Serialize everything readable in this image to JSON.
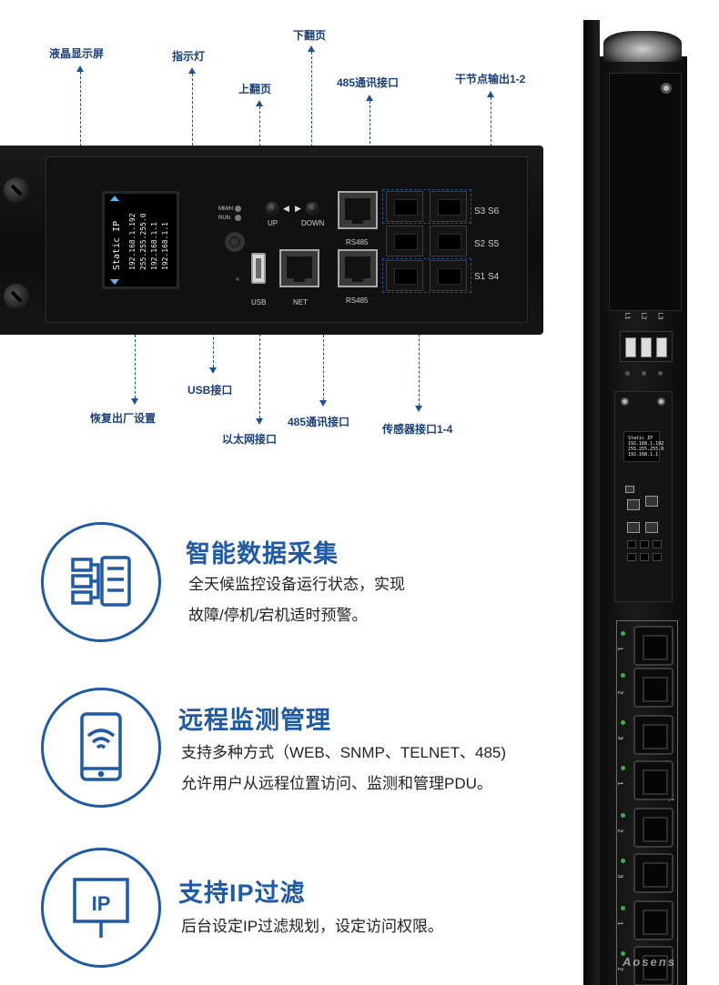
{
  "callouts": {
    "lcd_display": "液晶显示屏",
    "indicator": "指示灯",
    "page_up": "上翻页",
    "page_down": "下翻页",
    "rs485_top": "485通讯接口",
    "dry_contact": "干节点输出1-2",
    "reset": "恢复出厂设置",
    "usb": "USB接口",
    "ethernet": "以太网接口",
    "rs485_bottom": "485通讯接口",
    "sensor": "传感器接口1-4"
  },
  "panel": {
    "lcd_lines": [
      "Static IP",
      "192.168.1.192",
      "255.255.255.0",
      "192.168.1.1",
      "192.168.1.1"
    ],
    "led_labels": [
      "MM/H",
      "RUN"
    ],
    "btn_up": "UP",
    "btn_down": "DOWN",
    "usb_label": "USB",
    "net_label": "NET",
    "rs485_label_top": "RS485",
    "rs485_label_bottom": "RS485",
    "rj11_labels": [
      "S3  S6",
      "S2  S5",
      "S1  S4"
    ]
  },
  "features": [
    {
      "icon": "data-collection-icon",
      "title": "智能数据采集",
      "desc_lines": [
        "全天候监控设备运行状态，实现",
        "故障/停机/宕机适时预警。"
      ]
    },
    {
      "icon": "mobile-wifi-icon",
      "title": "远程监测管理",
      "desc_lines": [
        "支持多种方式（WEB、SNMP、TELNET、485)",
        "允许用户从远程位置访问、监测和管理PDU。"
      ]
    },
    {
      "icon": "ip-sign-icon",
      "title": "支持IP过滤",
      "desc_lines": [
        "后台设定IP过滤规划，设定访问权限。"
      ]
    }
  ],
  "pdu": {
    "breaker_labels": [
      "L1",
      "L2",
      "L3"
    ],
    "lcd_text": "Static IP\n192.168.1.192\n255.255.255.0\n192.168.1.1",
    "outlet_numbers": [
      "1",
      "2",
      "3",
      "1",
      "2",
      "3",
      "1",
      "2"
    ],
    "outlet_group_label": "L1"
  },
  "colors": {
    "accent": "#1e5aa8",
    "callout_text": "#1a3f7a",
    "guide_line": "#1f4f95"
  },
  "watermark": "Aosens"
}
